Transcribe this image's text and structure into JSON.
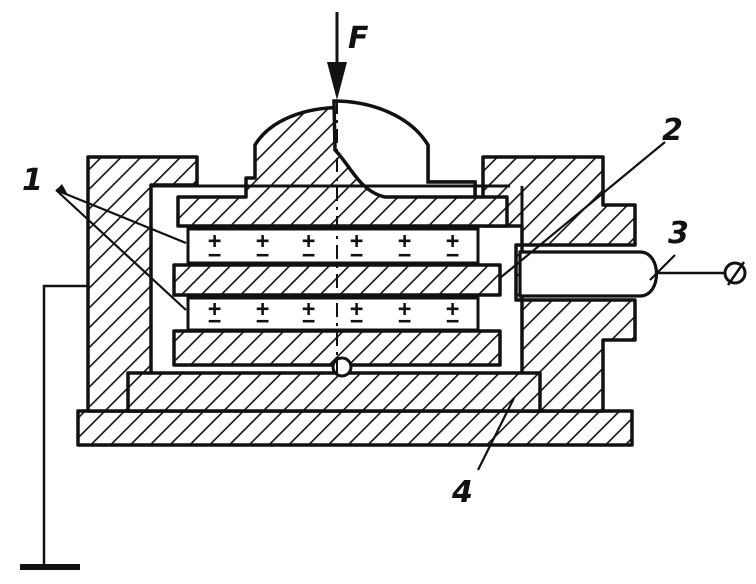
{
  "diagram": {
    "force_label": "F",
    "callouts": [
      {
        "id": "piezo-discs",
        "text": "1"
      },
      {
        "id": "electrode",
        "text": "2"
      },
      {
        "id": "lead",
        "text": "3"
      },
      {
        "id": "base-plate",
        "text": "4"
      }
    ],
    "terminal_symbol": "⌀",
    "charge_signs": {
      "upper_plus": "+",
      "upper_minus": "−",
      "lower_plus": "+",
      "lower_minus": "−"
    },
    "colors": {
      "ink": "#111111",
      "paper": "#ffffff"
    }
  }
}
